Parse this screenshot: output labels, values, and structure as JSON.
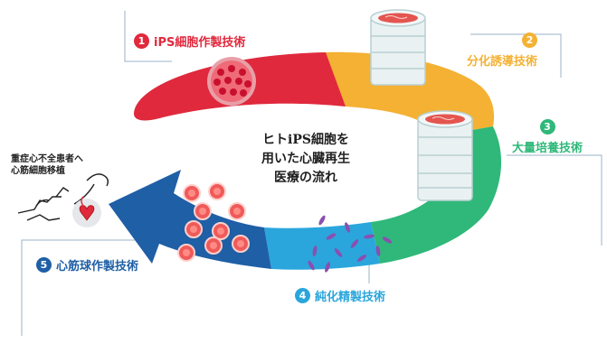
{
  "title_lines": [
    "ヒトiPS細胞を",
    "用いた心臓再生",
    "医療の流れ"
  ],
  "patient_lines": [
    "重症心不全患者へ",
    "心筋細胞移植"
  ],
  "steps": [
    {
      "number": "1",
      "label": "iPS細胞作製技術",
      "color": "#e0293d"
    },
    {
      "number": "2",
      "label": "分化誘導技術",
      "color": "#f4b133"
    },
    {
      "number": "3",
      "label": "大量培養技術",
      "color": "#2fb879"
    },
    {
      "number": "4",
      "label": "純化精製技術",
      "color": "#2aa6dc"
    },
    {
      "number": "5",
      "label": "心筋球作製技術",
      "color": "#1f5fa6"
    }
  ],
  "colors": {
    "red": "#e0293d",
    "yellow": "#f4b133",
    "green": "#2fb879",
    "lightblue": "#2aa6dc",
    "darkblue": "#1f5fa6",
    "cell_purple": "#8a4fb0"
  },
  "icons": [
    "culture-dish-icon",
    "cell-cluster-icon",
    "patient-heart-icon"
  ]
}
